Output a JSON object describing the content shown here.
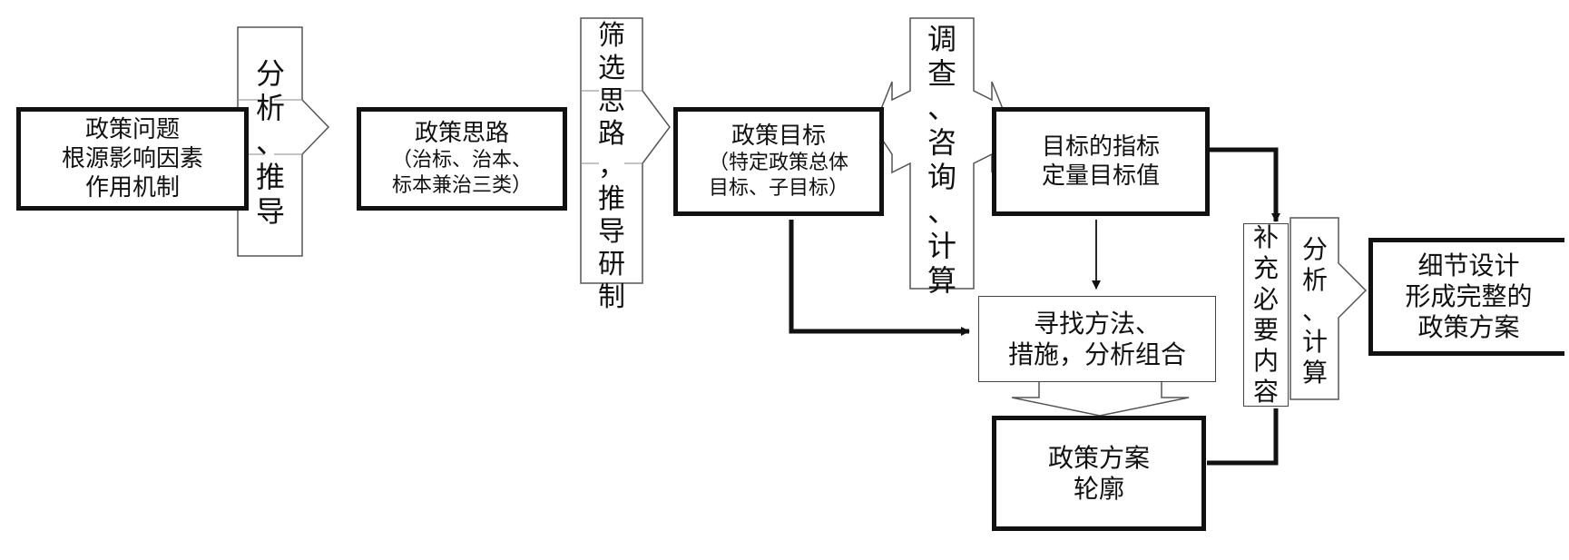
{
  "nodes": {
    "problem": {
      "lines": [
        "政策问题",
        "根源影响因素",
        "作用机制"
      ]
    },
    "approach": {
      "title": "政策思路",
      "detail": [
        "（治标、治本、",
        "标本兼治三类）"
      ]
    },
    "objective": {
      "title": "政策目标",
      "detail": [
        "（特定政策总体",
        "目标、子目标）"
      ]
    },
    "indicator": {
      "lines": [
        "目标的指标",
        "定量目标值"
      ]
    },
    "methods": {
      "lines": [
        "寻找方法、",
        "措施，分析组合"
      ]
    },
    "outline": {
      "lines": [
        "政策方案",
        "轮廓"
      ]
    },
    "final": {
      "lines": [
        "细节设计",
        "形成完整的",
        "政策方案"
      ]
    }
  },
  "arrows": {
    "analyze_derive": "分析、推导",
    "screen_derive": "筛选思路，推导研制",
    "survey_compute": "调查、咨询、计算",
    "supplement": "补充必要内容",
    "analyze_compute": "分析、计算"
  }
}
